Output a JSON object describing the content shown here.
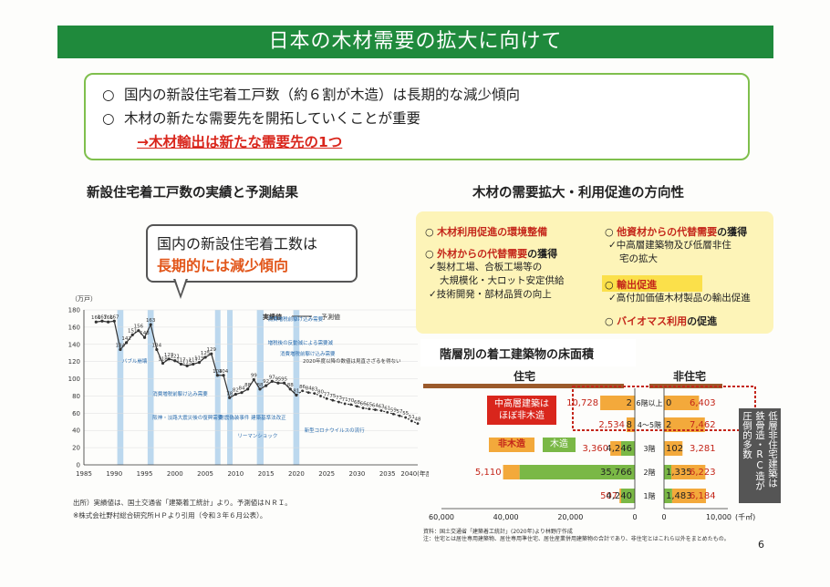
{
  "title": "日本の木材需要の拡大に向けて",
  "summary": {
    "mark": "○",
    "line1": "国内の新設住宅着工戸数（約６割が木造）は長期的な減少傾向",
    "line2": "木材の新たな需要先を開拓していくことが重要",
    "arrow": "→木材輸出は新たな需要先の1つ"
  },
  "left_section": {
    "title": "新設住宅着工戸数の実績と予測結果",
    "bubble_line1": "国内の新設住宅着工数は",
    "bubble_line2": "長期的には減少傾向",
    "source1": "出所）実績値は、国土交通省「建築着工統計」より。予測値はＮＲＩ。",
    "source2": "※株式会社野村総合研究所ＨＰより引用（令和３年６月公表）。"
  },
  "chart_data": {
    "type": "line",
    "ylabel": "（万戸）",
    "ylim": [
      0,
      180
    ],
    "xlim": [
      1985,
      2040
    ],
    "xunit": "2040(年度)",
    "yticks": [
      "0",
      "20",
      "40",
      "60",
      "80",
      "100",
      "120",
      "140",
      "160",
      "180"
    ],
    "xticks": [
      "1985",
      "1990",
      "1995",
      "2000",
      "2005",
      "2010",
      "2015",
      "2020",
      "2025",
      "2030",
      "2035",
      "2040(年度)"
    ],
    "legend": {
      "actual": "実績値",
      "forecast": "予測値"
    },
    "series": [
      {
        "name": "実績値",
        "x": [
          1987,
          1988,
          1989,
          1990,
          1991,
          1992,
          1993,
          1994,
          1995,
          1996,
          1997,
          1998,
          1999,
          2000,
          2001,
          2002,
          2003,
          2004,
          2005,
          2006,
          2007,
          2008,
          2009,
          2010,
          2011,
          2012,
          2013,
          2014,
          2015,
          2016,
          2017,
          2018,
          2019,
          2020
        ],
        "y": [
          166,
          167,
          166,
          167,
          134,
          142,
          151,
          156,
          148,
          163,
          134,
          118,
          123,
          121,
          117,
          115,
          117,
          119,
          125,
          129,
          104,
          104,
          78,
          82,
          84,
          88,
          99,
          88,
          92,
          97,
          95,
          95,
          88,
          81
        ]
      },
      {
        "name": "予測値",
        "x": [
          2021,
          2022,
          2023,
          2024,
          2025,
          2026,
          2027,
          2028,
          2029,
          2030,
          2031,
          2032,
          2033,
          2034,
          2035,
          2036,
          2037,
          2038,
          2039,
          2040
        ],
        "y": [
          86,
          84,
          83,
          80,
          77,
          75,
          73,
          71,
          70,
          68,
          66,
          65,
          64,
          63,
          61,
          59,
          57,
          55,
          51,
          48
        ]
      }
    ],
    "events": [
      {
        "label": "バブル崩壊",
        "x": 1991
      },
      {
        "label": "消費増税前駆け込み需要",
        "x": 1996
      },
      {
        "label": "阪神・淡路大震災後の復興需要",
        "x": 1995
      },
      {
        "label": "耐震偽装事件 建築基準法改正",
        "x": 2007
      },
      {
        "label": "リーマンショック",
        "x": 2009
      },
      {
        "label": "消費増税前駆け込み需要",
        "x": 2013
      },
      {
        "label": "消費増税前駆け込み需要",
        "x": 2019
      },
      {
        "label": "増税後の反動減による需要減",
        "x": 2014
      },
      {
        "label": "新型コロナウイルスの流行",
        "x": 2020
      }
    ],
    "forecast_note": "2020年度以降の数値は見直さざるを得ない"
  },
  "right_section": {
    "title": "木材の需要拡大・利用促進の方向性",
    "items": [
      {
        "mark": "○",
        "red": "木材利用促進の環境整備",
        "black": ""
      },
      {
        "mark": "○",
        "red": "外材からの代替需要",
        "black": "の獲得"
      },
      {
        "mark": "○",
        "red": "他資材からの代替需要",
        "black": "の獲得"
      },
      {
        "mark": "○",
        "red": "輸出促進",
        "black": ""
      },
      {
        "mark": "○",
        "red": "バイオマス利用",
        "black": "の促進"
      }
    ],
    "subs_outside": [
      "✓製材工場、合板工場等の",
      "大規模化・大ロット安定供給",
      "✓技術開発・部材品質の向上"
    ],
    "subs_other": [
      "✓中高層建築物及び低層非住",
      "宅の拡大"
    ],
    "subs_export": [
      "✓高付加価値木材製品の輸出促進"
    ]
  },
  "floor_chart": {
    "title": "階層別の着工建築物の床面積",
    "housing": "住宅",
    "non_housing": "非住宅",
    "wood_tag": "木造",
    "non_wood_tag": "非木造",
    "red_callout": "中高層建築は\nほぼ非木造",
    "side_callout": "低層非住宅建築は\n鉄骨造・RC造が\n圧倒的多数",
    "floors": [
      {
        "label": "6階以上",
        "housing_non_wood": 10728,
        "housing_wood": 2,
        "nonhousing_wood": 0,
        "nonhousing_non_wood": 6403
      },
      {
        "label": "4〜5階",
        "housing_non_wood": 2534,
        "housing_wood": 8,
        "nonhousing_wood": 2,
        "nonhousing_non_wood": 7462
      },
      {
        "label": "3階",
        "housing_non_wood": 3360,
        "housing_wood": 4246,
        "nonhousing_wood": 102,
        "nonhousing_non_wood": 3281
      },
      {
        "label": "2階",
        "housing_non_wood": 5110,
        "housing_wood": 35766,
        "nonhousing_wood": 1335,
        "nonhousing_non_wood": 6223
      },
      {
        "label": "1階",
        "housing_non_wood": 507,
        "housing_wood": 4240,
        "nonhousing_wood": 1483,
        "nonhousing_non_wood": 6184
      }
    ],
    "value_labels": {
      "f6_hn": "10,728",
      "f6_hw": "2",
      "f6_nw": "0",
      "f6_nn": "6,403",
      "f45_hn": "2,534",
      "f45_hw": "8",
      "f45_nw": "2",
      "f45_nn": "7,462",
      "f3_hn": "3,360",
      "f3_hw": "4,246",
      "f3_nw": "102",
      "f3_nn": "3,281",
      "f2_hn": "5,110",
      "f2_hw": "35,766",
      "f2_nw": "1,335",
      "f2_nn": "6,223",
      "f1_hn": "507",
      "f1_hw": "4,240",
      "f1_nw": "1,483",
      "f1_nn": "6,184"
    },
    "x_ticks_left": [
      "60,000",
      "40,000",
      "20,000",
      "0"
    ],
    "x_ticks_right": [
      "0",
      "10,000"
    ],
    "x_unit": "(千㎡)",
    "note1": "資料：国土交通省「建築着工統計」(2020年)より林野庁作成",
    "note2": "注：住宅とは居住専用建築物、居住専用準住宅、居住産業併用建築物の合計であり、非住宅とはこれら以外をまとめたもの。"
  },
  "page_number": "6",
  "colors": {
    "green": "#1f8a3c",
    "red": "#d9261c",
    "orange": "#f3a93b",
    "wood_green": "#7ab846"
  }
}
